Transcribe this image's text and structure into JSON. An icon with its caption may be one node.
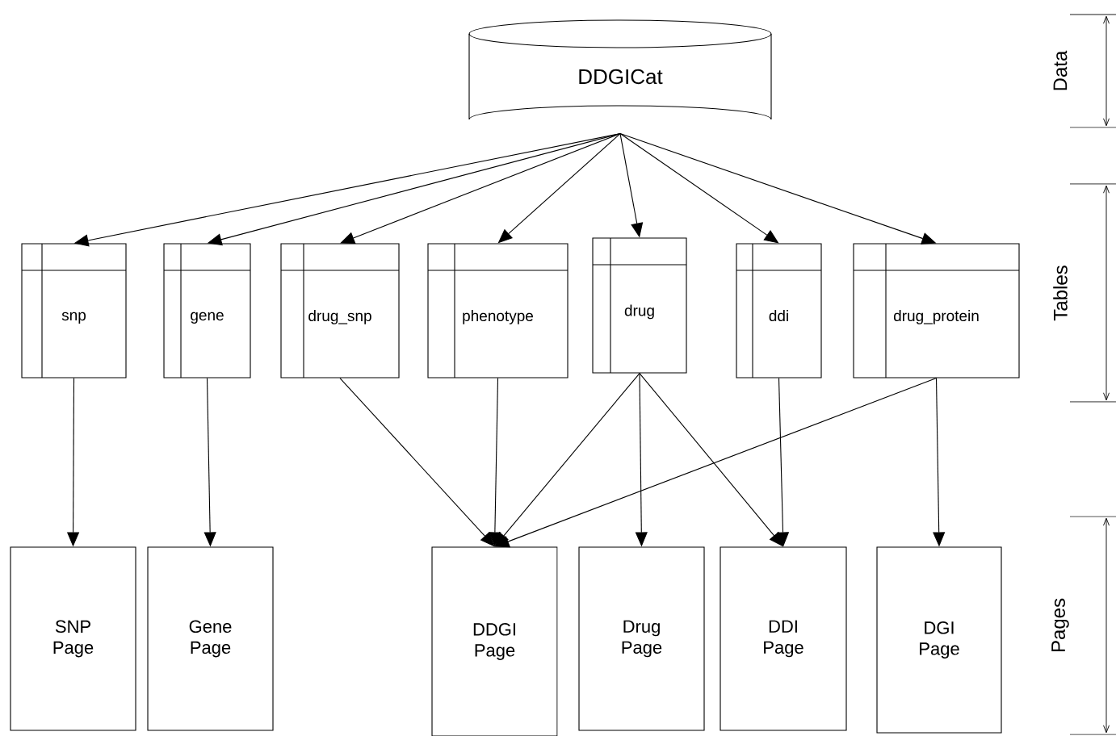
{
  "diagram": {
    "nodes": [
      {
        "text": [
          "DDGICat"
        ]
      },
      {
        "text": [
          "snp"
        ]
      },
      {
        "text": [
          "gene"
        ]
      },
      {
        "text": [
          "drug_snp"
        ]
      },
      {
        "text": [
          "phenotype"
        ]
      },
      {
        "text": [
          "drug"
        ]
      },
      {
        "text": [
          "ddi"
        ]
      },
      {
        "text": [
          "drug_protein"
        ]
      },
      {
        "text": [
          "SNP Page"
        ]
      },
      {
        "text": [
          "Gene Page"
        ]
      },
      {
        "text": [
          "DDGI Page"
        ]
      },
      {
        "text": [
          "Drug Page"
        ]
      },
      {
        "text": [
          "DDI Page"
        ]
      },
      {
        "text": [
          "DGI Page"
        ]
      }
    ],
    "edges": [
      {
        "from": 0,
        "to": 1,
        "arrow": "to"
      },
      {
        "from": 0,
        "to": 2,
        "arrow": "to"
      },
      {
        "from": 0,
        "to": 3,
        "arrow": "to"
      },
      {
        "from": 0,
        "to": 4,
        "arrow": "to"
      },
      {
        "from": 0,
        "to": 5,
        "arrow": "to"
      },
      {
        "from": 0,
        "to": 6,
        "arrow": "to"
      },
      {
        "from": 0,
        "to": 7,
        "arrow": "to"
      },
      {
        "from": 1,
        "to": 8,
        "arrow": "to"
      },
      {
        "from": 2,
        "to": 9,
        "arrow": "to"
      },
      {
        "from": 3,
        "to": 10,
        "arrow": "to"
      },
      {
        "from": 4,
        "to": 10,
        "arrow": "to"
      },
      {
        "from": 5,
        "to": 10,
        "arrow": "to"
      },
      {
        "from": 7,
        "to": 10,
        "arrow": "to"
      },
      {
        "from": 5,
        "to": 11,
        "arrow": "to"
      },
      {
        "from": 5,
        "to": 12,
        "arrow": "to"
      },
      {
        "from": 6,
        "to": 12,
        "arrow": "to"
      },
      {
        "from": 7,
        "to": 13,
        "arrow": "to"
      }
    ],
    "labels": [
      "Data",
      "Tables",
      "Pages"
    ]
  }
}
